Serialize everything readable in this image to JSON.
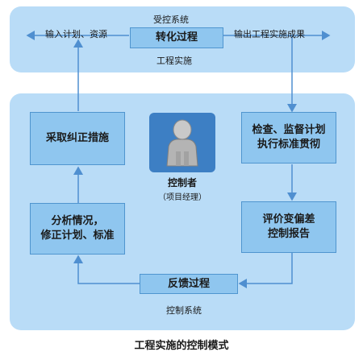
{
  "top": {
    "system_label": "受控系统",
    "process_box": "转化过程",
    "sub_label": "工程实施",
    "input_label": "输入计划、资源",
    "output_label": "输出工程实施成果"
  },
  "bottom": {
    "system_label": "控制系统",
    "feedback_box": "反馈过程",
    "corrective_box": "采取纠正措施",
    "analysis_box_line1": "分析情况，",
    "analysis_box_line2": "修正计划、标准",
    "check_box_line1": "检查、监督计划",
    "check_box_line2": "执行标准贯彻",
    "eval_box_line1": "评价变偏差",
    "eval_box_line2": "控制报告",
    "controller_title": "控制者",
    "controller_sub": "（项目经理）"
  },
  "caption": "工程实施的控制模式",
  "colors": {
    "panel": "#b9dcf7",
    "box": "#8fc6ef",
    "border": "#4f95cf",
    "arrow": "#4f8fd0",
    "icon_bg": "#3d7fc4"
  },
  "icons": [
    "person-icon"
  ]
}
